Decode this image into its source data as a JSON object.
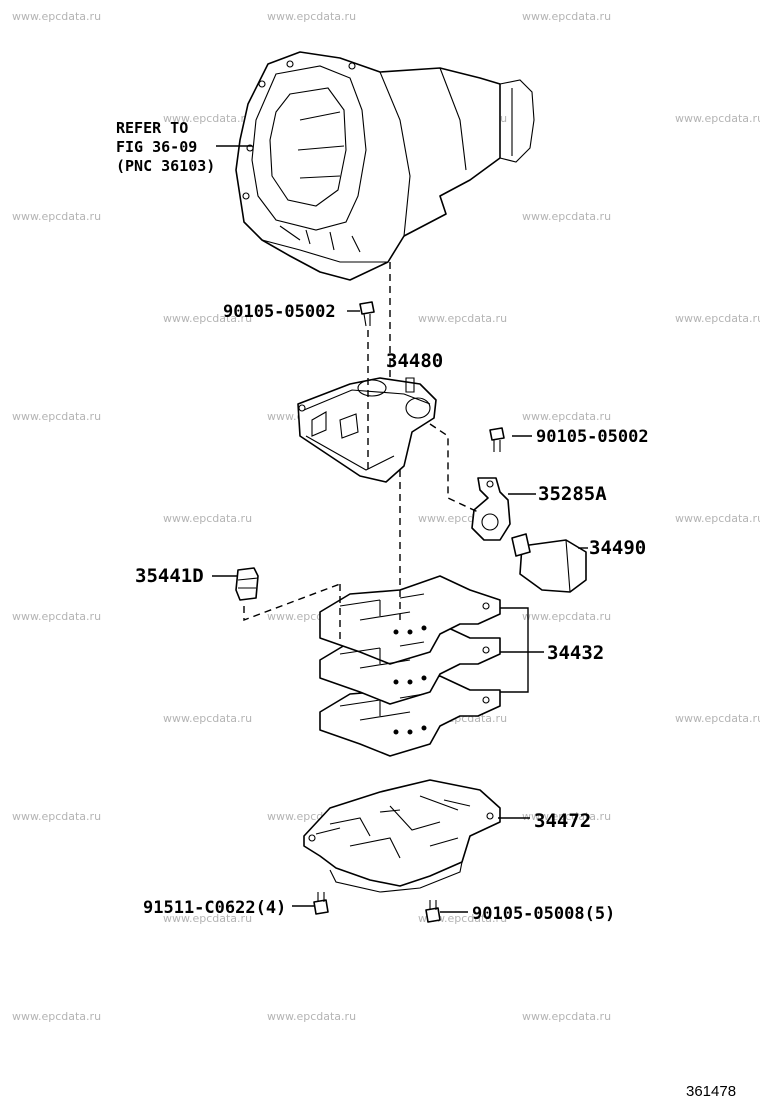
{
  "watermark": "www.epcdata.ru",
  "figure_number": "361478",
  "labels": {
    "refer_line1": "REFER TO",
    "refer_line2": "FIG 36-09",
    "refer_line3": "(PNC 36103)",
    "bolt_top": "90105-05002",
    "valve_body_upper": "34480",
    "bolt_right": "90105-05002",
    "bracket": "35285A",
    "solenoid": "34490",
    "damper": "35441D",
    "gasket_plates": "34432",
    "valve_body_lower": "34472",
    "bolt_bottom_left": "91511-C0622(4)",
    "bolt_bottom_right": "90105-05008(5)"
  }
}
